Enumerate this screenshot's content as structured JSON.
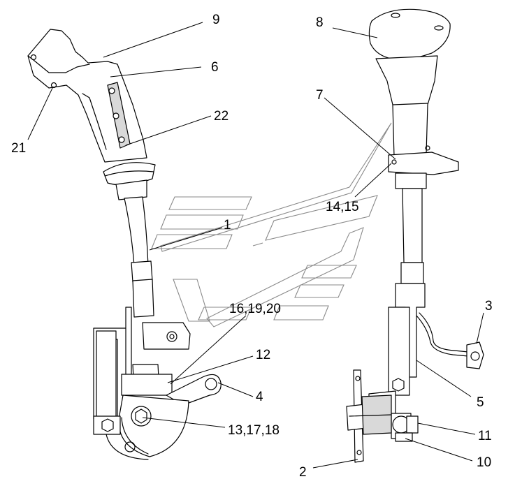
{
  "callouts": [
    {
      "id": "c9",
      "text": "9"
    },
    {
      "id": "c8",
      "text": "8"
    },
    {
      "id": "c6",
      "text": "6"
    },
    {
      "id": "c7",
      "text": "7"
    },
    {
      "id": "c22",
      "text": "22"
    },
    {
      "id": "c21",
      "text": "21"
    },
    {
      "id": "c14",
      "text": "14,15"
    },
    {
      "id": "c1",
      "text": "1"
    },
    {
      "id": "c16",
      "text": "16,19,20"
    },
    {
      "id": "c3",
      "text": "3"
    },
    {
      "id": "c12",
      "text": "12"
    },
    {
      "id": "c4",
      "text": "4"
    },
    {
      "id": "c5",
      "text": "5"
    },
    {
      "id": "c13",
      "text": "13,17,18"
    },
    {
      "id": "c11",
      "text": "11"
    },
    {
      "id": "c10",
      "text": "10"
    },
    {
      "id": "c2",
      "text": "2"
    }
  ]
}
